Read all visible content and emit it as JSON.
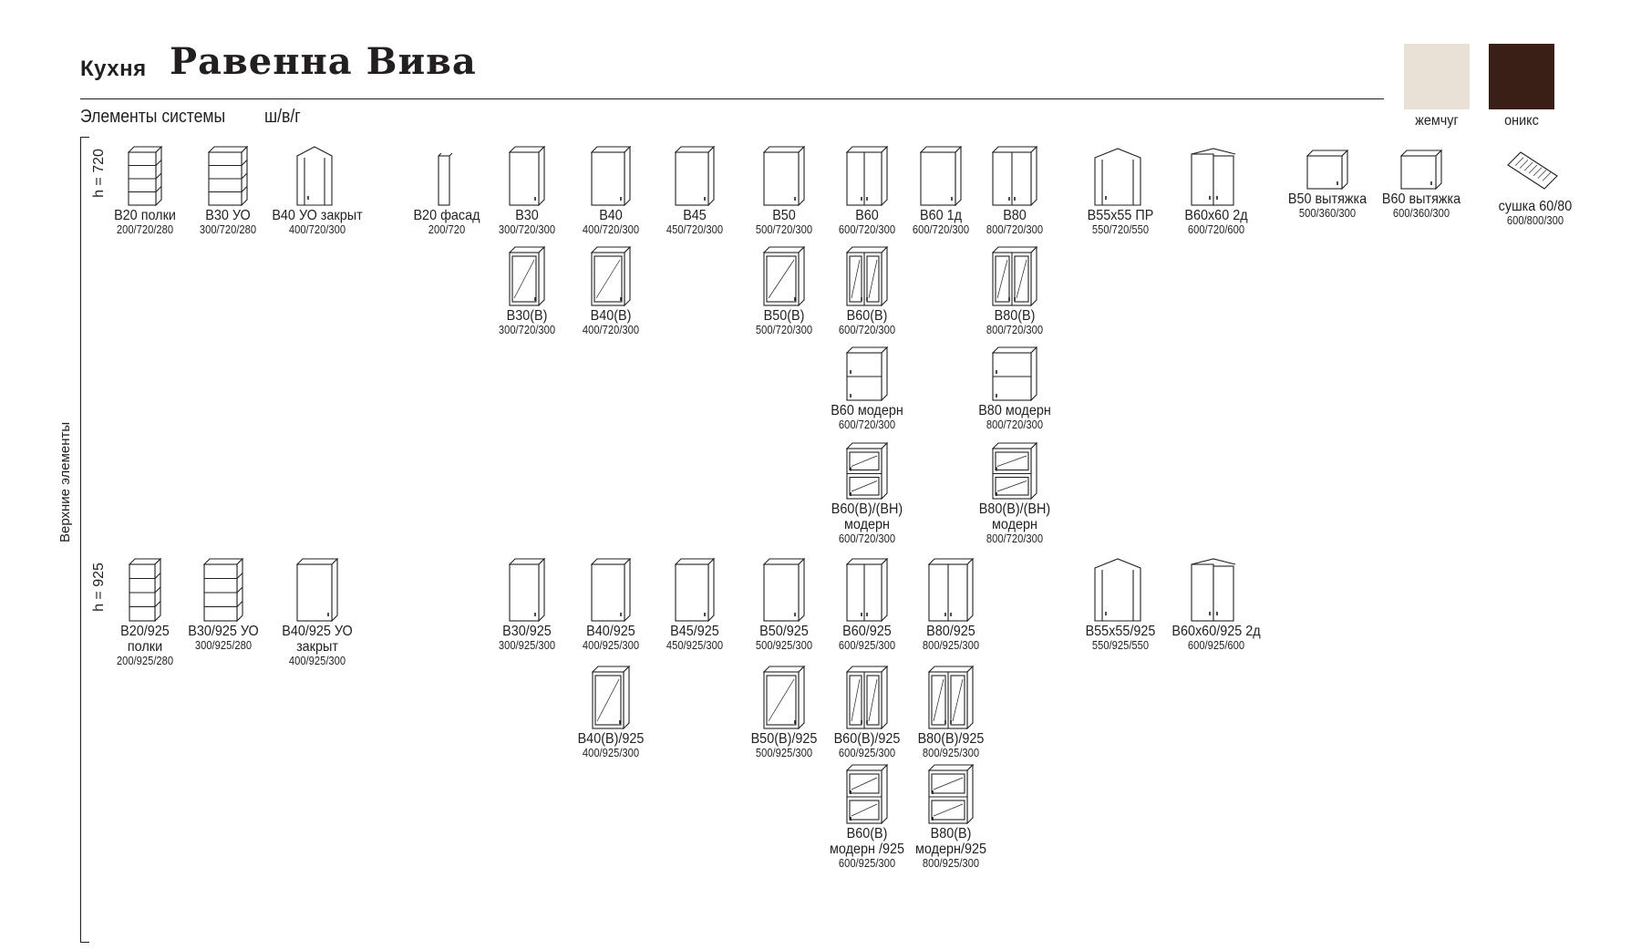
{
  "header": {
    "kitchen_word": "Кухня",
    "model_name": "Равенна Вива",
    "subtitle": "Элементы системы",
    "dims_label": "ш/в/г"
  },
  "swatches": [
    {
      "name": "жемчуг",
      "color": "#e8e1d6"
    },
    {
      "name": "оникс",
      "color": "#3a1f17"
    }
  ],
  "side_label": "Верхние элементы",
  "rows": [
    {
      "label": "h = 720"
    },
    {
      "label": "h = 925"
    }
  ],
  "items": [
    {
      "name": "В20 полки",
      "dims": "200/720/280",
      "icon": "open-shelf-icon"
    },
    {
      "name": "В30 УО",
      "dims": "300/720/280",
      "icon": "corner-shelf-icon"
    },
    {
      "name": "В40 УО закрыт",
      "dims": "400/720/300",
      "icon": "closed-corner-cabinet-icon"
    },
    {
      "name": "В20 фасад",
      "dims": "200/720",
      "icon": "facade-panel-icon"
    },
    {
      "name": "В30",
      "dims": "300/720/300",
      "icon": "single-door-cabinet-icon"
    },
    {
      "name": "В40",
      "dims": "400/720/300",
      "icon": "single-door-cabinet-icon"
    },
    {
      "name": "В45",
      "dims": "450/720/300",
      "icon": "single-door-cabinet-icon"
    },
    {
      "name": "В50",
      "dims": "500/720/300",
      "icon": "single-door-cabinet-icon"
    },
    {
      "name": "В60",
      "dims": "600/720/300",
      "icon": "double-door-cabinet-icon"
    },
    {
      "name": "В60 1д",
      "dims": "600/720/300",
      "icon": "single-door-cabinet-icon"
    },
    {
      "name": "В80",
      "dims": "800/720/300",
      "icon": "double-door-cabinet-icon"
    },
    {
      "name": "В55х55 ПР",
      "dims": "550/720/550",
      "icon": "corner-cabinet-icon"
    },
    {
      "name": "В60х60 2д",
      "dims": "600/720/600",
      "icon": "l-corner-cabinet-icon"
    },
    {
      "name": "В50 вытяжка",
      "dims": "500/360/300",
      "icon": "hood-cabinet-icon"
    },
    {
      "name": "В60 вытяжка",
      "dims": "600/360/300",
      "icon": "hood-cabinet-icon"
    },
    {
      "name": "сушка 60/80",
      "dims": "600/800/300",
      "icon": "dish-rack-icon"
    },
    {
      "name": "В30(В)",
      "dims": "300/720/300",
      "icon": "glass-door-cabinet-icon"
    },
    {
      "name": "В40(В)",
      "dims": "400/720/300",
      "icon": "glass-door-cabinet-icon"
    },
    {
      "name": "В50(В)",
      "dims": "500/720/300",
      "icon": "glass-door-cabinet-icon"
    },
    {
      "name": "В60(В)",
      "dims": "600/720/300",
      "icon": "double-glass-cabinet-icon"
    },
    {
      "name": "В80(В)",
      "dims": "800/720/300",
      "icon": "double-glass-cabinet-icon"
    },
    {
      "name": "В60 модерн",
      "dims": "600/720/300",
      "icon": "lift-up-cabinet-icon"
    },
    {
      "name": "В80 модерн",
      "dims": "800/720/300",
      "icon": "lift-up-cabinet-icon"
    },
    {
      "name": "В60(В)/(ВН) модерн",
      "dims": "600/720/300",
      "icon": "lift-up-glass-cabinet-icon"
    },
    {
      "name": "В80(В)/(ВН) модерн",
      "dims": "800/720/300",
      "icon": "lift-up-glass-cabinet-icon"
    },
    {
      "name": "В20/925\nполки",
      "dims": "200/925/280",
      "icon": "tall-open-shelf-icon"
    },
    {
      "name": "В30/925 УО",
      "dims": "300/925/280",
      "icon": "tall-corner-shelf-icon"
    },
    {
      "name": "В40/925 УО\nзакрыт",
      "dims": "400/925/300",
      "icon": "tall-closed-corner-icon"
    },
    {
      "name": "В30/925",
      "dims": "300/925/300",
      "icon": "tall-single-door-icon"
    },
    {
      "name": "В40/925",
      "dims": "400/925/300",
      "icon": "tall-single-door-icon"
    },
    {
      "name": "В45/925",
      "dims": "450/925/300",
      "icon": "tall-single-door-icon"
    },
    {
      "name": "В50/925",
      "dims": "500/925/300",
      "icon": "tall-single-door-icon"
    },
    {
      "name": "В60/925",
      "dims": "600/925/300",
      "icon": "tall-double-door-icon"
    },
    {
      "name": "В80/925",
      "dims": "800/925/300",
      "icon": "tall-double-door-icon"
    },
    {
      "name": "В55х55/925",
      "dims": "550/925/550",
      "icon": "tall-corner-cabinet-icon"
    },
    {
      "name": "В60х60/925 2д",
      "dims": "600/925/600",
      "icon": "tall-l-corner-cabinet-icon"
    },
    {
      "name": "В40(В)/925",
      "dims": "400/925/300",
      "icon": "tall-glass-door-icon"
    },
    {
      "name": "В50(В)/925",
      "dims": "500/925/300",
      "icon": "tall-glass-door-icon"
    },
    {
      "name": "В60(В)/925",
      "dims": "600/925/300",
      "icon": "tall-double-glass-icon"
    },
    {
      "name": "В80(В)/925",
      "dims": "800/925/300",
      "icon": "tall-double-glass-icon"
    },
    {
      "name": "В60(В)\nмодерн /925",
      "dims": "600/925/300",
      "icon": "tall-modern-glass-icon"
    },
    {
      "name": "В80(В)\nмодерн/925",
      "dims": "800/925/300",
      "icon": "tall-modern-glass-icon"
    }
  ]
}
